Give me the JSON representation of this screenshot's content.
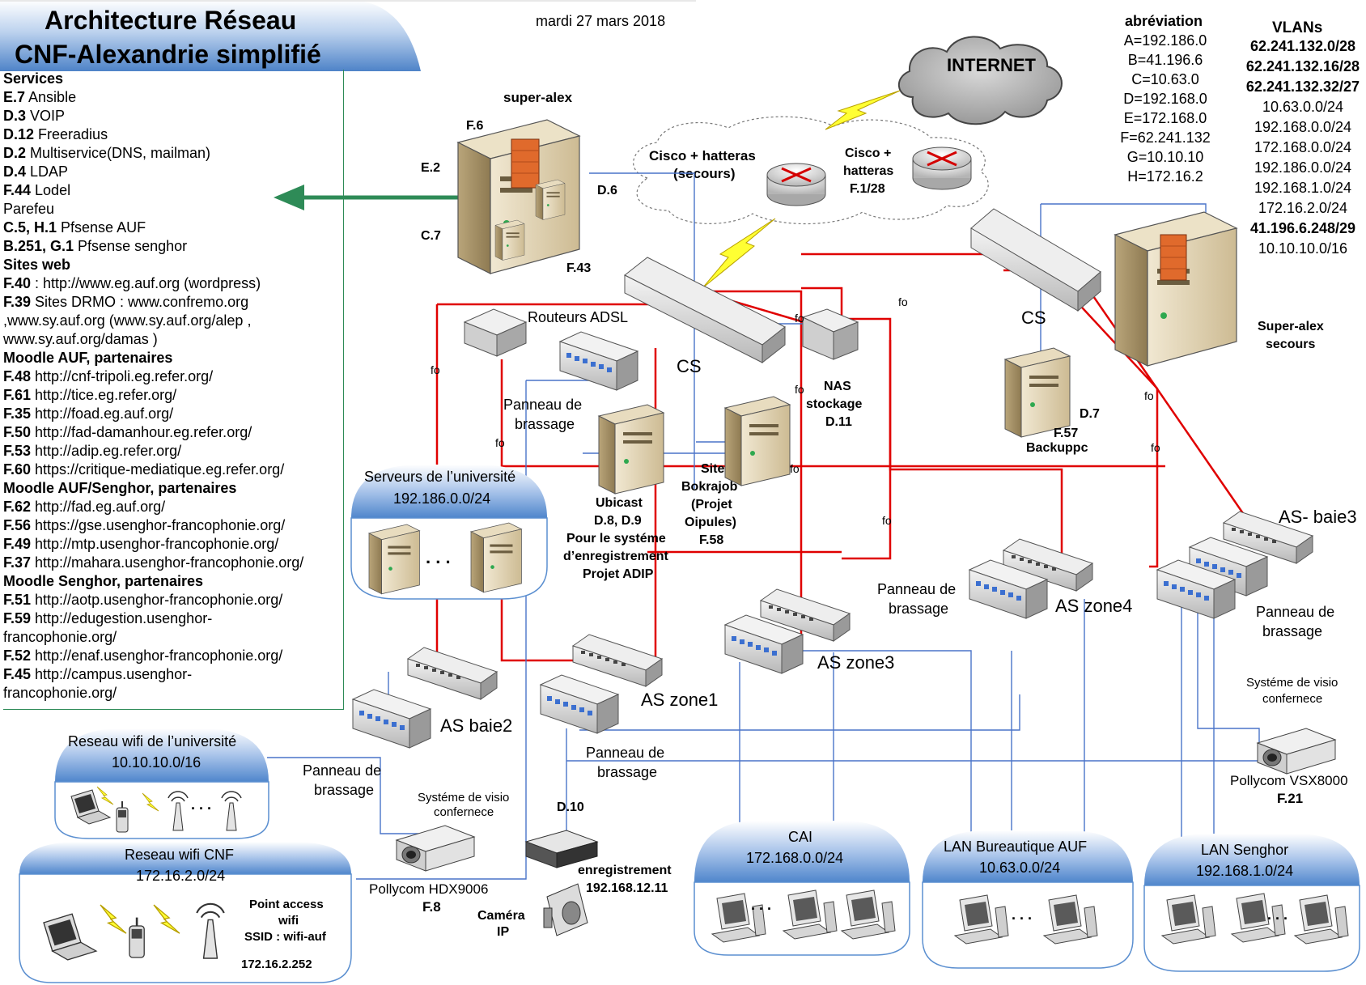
{
  "header": {
    "title_line1": "Architecture Réseau",
    "title_line2": "CNF-Alexandrie simplifié",
    "date": "mardi 27 mars 2018"
  },
  "services": {
    "lines": [
      {
        "type": "head",
        "text": "Services"
      },
      {
        "type": "item",
        "key": "E.7",
        "text": " Ansible"
      },
      {
        "type": "item",
        "key": "D.3",
        "text": " VOIP"
      },
      {
        "type": "item",
        "key": "D.12",
        "text": " Freeradius"
      },
      {
        "type": "item",
        "key": "D.2",
        "text": " Multiservice(DNS, mailman)"
      },
      {
        "type": "item",
        "key": "D.4",
        "text": " LDAP"
      },
      {
        "type": "item",
        "key": "F.44",
        "text": " Lodel"
      },
      {
        "type": "item",
        "key": "",
        "text": "Parefeu"
      },
      {
        "type": "item",
        "key": "C.5, H.1",
        "text": " Pfsense AUF"
      },
      {
        "type": "item",
        "key": "B.251, G.1",
        "text": " Pfsense senghor"
      },
      {
        "type": "head",
        "text": "Sites web"
      },
      {
        "type": "item",
        "key": "F.40",
        "text": " : http://www.eg.auf.org (wordpress)"
      },
      {
        "type": "item",
        "key": "F.39",
        "text": " Sites DRMO : www.confremo.org"
      },
      {
        "type": "item",
        "key": "",
        "text": ",www.sy.auf.org (www.sy.auf.org/alep ,"
      },
      {
        "type": "item",
        "key": "",
        "text": "www.sy.auf.org/damas )"
      },
      {
        "type": "head",
        "text": "Moodle AUF, partenaires"
      },
      {
        "type": "item",
        "key": "F.48",
        "text": " http://cnf-tripoli.eg.refer.org/"
      },
      {
        "type": "item",
        "key": "F.61",
        "text": " http://tice.eg.refer.org/"
      },
      {
        "type": "item",
        "key": "F.35",
        "text": " http://foad.eg.auf.org/"
      },
      {
        "type": "item",
        "key": "F.50",
        "text": " http://fad-damanhour.eg.refer.org/"
      },
      {
        "type": "item",
        "key": "F.53",
        "text": " http://adip.eg.refer.org/"
      },
      {
        "type": "item",
        "key": "F.60",
        "text": " https://critique-mediatique.eg.refer.org/"
      },
      {
        "type": "head",
        "text": "Moodle AUF/Senghor, partenaires"
      },
      {
        "type": "item",
        "key": "F.62",
        "text": " http://fad.eg.auf.org/"
      },
      {
        "type": "item",
        "key": "F.56",
        "text": " https://gse.usenghor-francophonie.org/"
      },
      {
        "type": "item",
        "key": "F.49",
        "text": " http://mtp.usenghor-francophonie.org/"
      },
      {
        "type": "item",
        "key": "F.37",
        "text": " http://mahara.usenghor-francophonie.org/"
      },
      {
        "type": "head",
        "text": "Moodle Senghor, partenaires"
      },
      {
        "type": "item",
        "key": "F.51",
        "text": " http://aotp.usenghor-francophonie.org/"
      },
      {
        "type": "item",
        "key": "F.59",
        "text": " http://edugestion.usenghor-"
      },
      {
        "type": "item",
        "key": "",
        "text": "francophonie.org/"
      },
      {
        "type": "item",
        "key": "F.52",
        "text": " http://enaf.usenghor-francophonie.org/"
      },
      {
        "type": "item",
        "key": "F.45",
        "text": " http://campus.usenghor-"
      },
      {
        "type": "item",
        "key": "",
        "text": "francophonie.org/"
      }
    ]
  },
  "abbreviations": {
    "title": "abréviation",
    "items": [
      "A=192.186.0",
      "B=41.196.6",
      "C=10.63.0",
      "D=192.168.0",
      "E=172.168.0",
      "F=62.241.132",
      "G=10.10.10",
      "H=172.16.2"
    ]
  },
  "vlans": {
    "title": "VLANs",
    "items": [
      {
        "text": "62.241.132.0/28",
        "bold": true
      },
      {
        "text": "62.241.132.16/28",
        "bold": true
      },
      {
        "text": "62.241.132.32/27",
        "bold": true
      },
      {
        "text": "10.63.0.0/24",
        "bold": false
      },
      {
        "text": "192.168.0.0/24",
        "bold": false
      },
      {
        "text": "172.168.0.0/24",
        "bold": false
      },
      {
        "text": "192.186.0.0/24",
        "bold": false
      },
      {
        "text": "192.168.1.0/24",
        "bold": false
      },
      {
        "text": "172.16.2.0/24",
        "bold": false
      },
      {
        "text": "41.196.6.248/29",
        "bold": true
      },
      {
        "text": "10.10.10.0/16",
        "bold": false
      }
    ]
  },
  "labels": {
    "internet": "INTERNET",
    "super_alex": "super-alex",
    "f6": "F.6",
    "e2": "E.2",
    "c7": "C.7",
    "d6": "D.6",
    "f43": "F.43",
    "cisco_secours": [
      "Cisco + hatteras",
      "(secours)"
    ],
    "cisco_main": [
      "Cisco +",
      "hatteras",
      "F.1/28"
    ],
    "routeurs_adsl": "Routeurs ADSL",
    "cs_left": "CS",
    "cs_right": "CS",
    "super_alex_secours": [
      "Super-alex",
      "secours"
    ],
    "panneau_brassage_top": [
      "Panneau de",
      "brassage"
    ],
    "nas": [
      "NAS",
      "stockage",
      "D.11"
    ],
    "d7": "D.7",
    "backuppc": [
      "F.57",
      "Backuppc"
    ],
    "ubicast": [
      "Ubicast",
      "D.8, D.9",
      "Pour le systéme",
      "d’enregistrement",
      "Projet ADIP"
    ],
    "site_bokrajob": [
      "Site",
      "Bokrajob",
      "(Projet",
      "Oipules)",
      "F.58"
    ],
    "serveurs_univ": [
      "Serveurs de l’université",
      "192.186.0.0/24"
    ],
    "dots": ". . .",
    "as_baie3": "AS- baie3",
    "panneau_zone4": [
      "Panneau de",
      "brassage"
    ],
    "as_zone4": "AS zone4",
    "panneau_baie3": [
      "Panneau de",
      "brassage"
    ],
    "as_zone3": "AS zone3",
    "as_zone1": "AS zone1",
    "as_baie2": "AS baie2",
    "panneau_zone1": [
      "Panneau de",
      "brassage"
    ],
    "panneau_baie2": [
      "Panneau de",
      "brassage"
    ],
    "visio_left": [
      "Systéme de visio",
      "confernece"
    ],
    "visio_right": [
      "Systéme de visio",
      "confernece"
    ],
    "pollycom_hdx": [
      "Pollycom HDX9006",
      "F.8"
    ],
    "pollycom_vsx": [
      "Pollycom VSX8000",
      "F.21"
    ],
    "d10": "D.10",
    "enregistrement": [
      "enregistrement",
      "192.168.12.11"
    ],
    "camera": [
      "Caméra",
      "IP"
    ],
    "wifi_univ": [
      "Reseau wifi de l’université",
      "10.10.10.0/16"
    ],
    "wifi_cnf": [
      "Reseau wifi CNF",
      "172.16.2.0/24"
    ],
    "point_access": [
      "Point access",
      "wifi",
      "SSID : wifi-auf"
    ],
    "ap_ip": "172.16.2.252",
    "cai": [
      "CAI",
      "172.168.0.0/24"
    ],
    "lan_auf": [
      "LAN Bureautique AUF",
      "10.63.0.0/24"
    ],
    "lan_senghor": [
      "LAN Senghor",
      "192.168.1.0/24"
    ],
    "fo": "fo"
  },
  "colors": {
    "blue_header": "#5b8fd0",
    "fiber": "#e00000",
    "copper": "#4a74c9",
    "arrow": "#2e8b57",
    "cloud": "#b0b0b0"
  }
}
